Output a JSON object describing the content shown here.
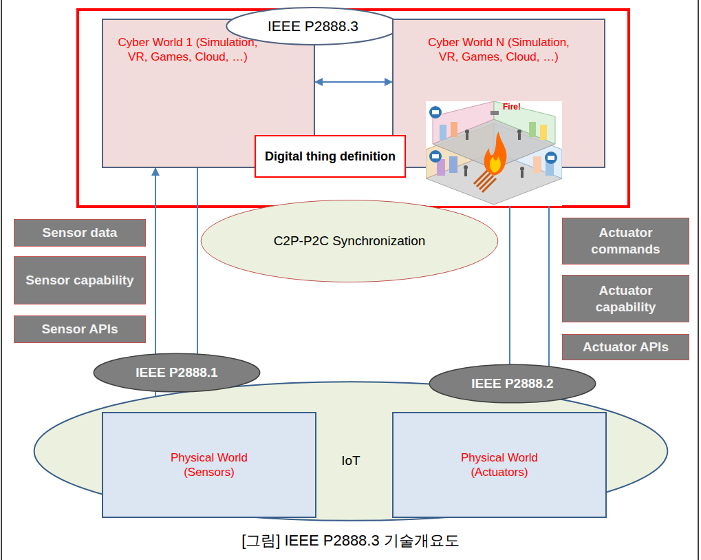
{
  "diagram": {
    "caption": "[그림] IEEE P2888.3 기술개요도",
    "nodes": [
      {
        "text": [
          "Cyber World 1 (Simulation, VR, Games, Cloud, …)"
        ]
      },
      {
        "text": [
          "IEEE P2888.3"
        ]
      },
      {
        "text": [
          "Cyber World N (Simulation, VR, Games, Cloud, …)"
        ]
      },
      {
        "text": [
          "Digital thing definition"
        ]
      },
      {
        "text": [
          "Sensor data"
        ]
      },
      {
        "text": [
          "C2P-P2C Synchronization"
        ]
      },
      {
        "text": [
          "Actuator commands"
        ]
      },
      {
        "text": [
          "Sensor capability"
        ]
      },
      {
        "text": [
          "Actuator capability"
        ]
      },
      {
        "text": [
          "Sensor APIs"
        ]
      },
      {
        "text": [
          "Actuator APIs"
        ]
      },
      {
        "text": [
          "IEEE P2888.1"
        ]
      },
      {
        "text": [
          "IEEE P2888.2"
        ]
      },
      {
        "text": [
          "IoT"
        ]
      },
      {
        "text": [
          "Physical World (Sensors)"
        ],
        "in": 13
      },
      {
        "text": [
          "Physical World (Actuators)"
        ],
        "in": 13
      }
    ],
    "edges": [
      {
        "from": 0,
        "to": 2,
        "arrow": "both"
      },
      {
        "from": 14,
        "to": 0,
        "arrow": "to"
      },
      {
        "from": 0,
        "to": 14,
        "arrow": "to"
      },
      {
        "from": 2,
        "to": 15,
        "arrow": "to"
      },
      {
        "from": 15,
        "to": 2,
        "arrow": "none"
      }
    ],
    "labels": [
      "Fire!"
    ]
  }
}
